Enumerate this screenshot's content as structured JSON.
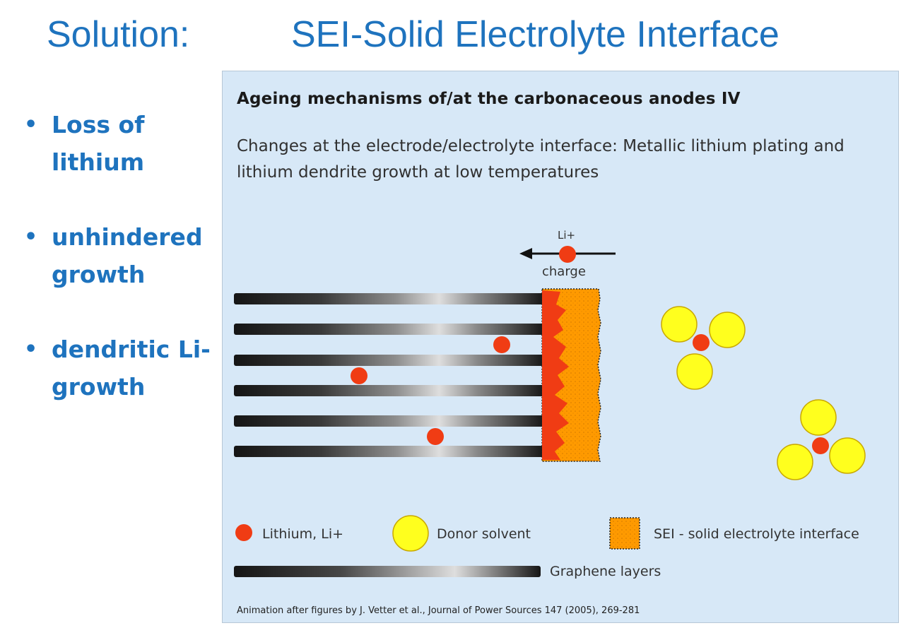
{
  "slide": {
    "title_part1": "Solution:",
    "title_part2": "SEI-Solid Electrolyte Interface",
    "bullets": [
      "Loss of lithium",
      "unhindered growth",
      "dendritic Li-growth"
    ]
  },
  "figure": {
    "title": "Ageing mechanisms of/at the carbonaceous anodes IV",
    "subtitle": "Changes at the electrode/electrolyte interface: Metallic lithium plating and lithium dendrite growth at low temperatures",
    "ion_label": "Li+",
    "arrow_label": "charge",
    "legend": {
      "lithium": "Lithium, Li+",
      "donor": "Donor solvent",
      "sei": "SEI - solid electrolyte interface",
      "graphene": "Graphene layers"
    },
    "citation": "Animation after figures by J. Vetter et al., Journal of Power Sources 147 (2005), 269-281",
    "colors": {
      "title_blue": "#1e73be",
      "lithium_red": "#f03c14",
      "donor_yellow": "#ffff1e",
      "sei_orange": "#ff9a00",
      "panel_bg": "#d7e8f7"
    }
  }
}
